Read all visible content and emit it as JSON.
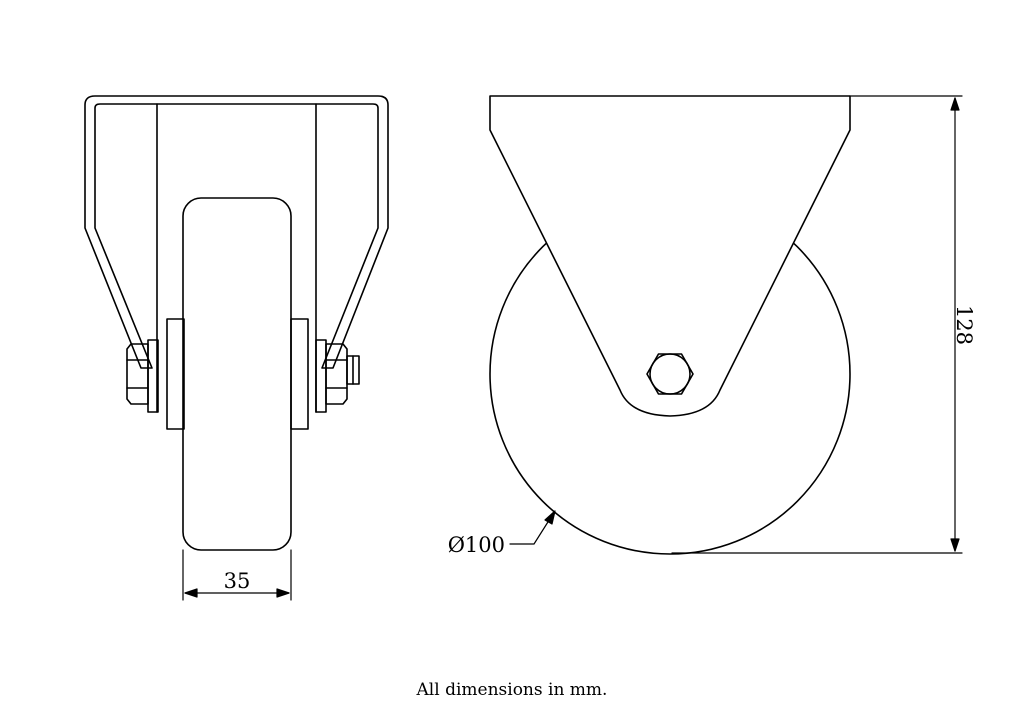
{
  "dimensions": {
    "width": "35",
    "diameter": "Ø100",
    "height": "128"
  },
  "footer_note": "All dimensions in mm."
}
